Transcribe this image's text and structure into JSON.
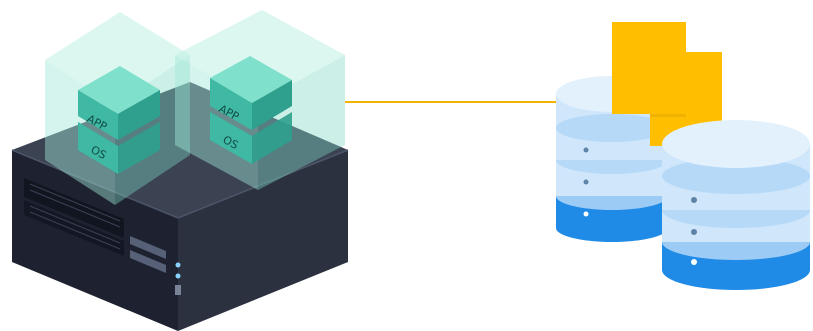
{
  "diagram": {
    "server": {
      "vms": [
        {
          "app_label": "APP",
          "os_label": "OS"
        },
        {
          "app_label": "APP",
          "os_label": "OS"
        }
      ]
    },
    "colors": {
      "server_body": "#2a2f3d",
      "server_top": "#3b4252",
      "vm_glass": "#9fe6d6",
      "vm_cube": "#3fb8a4",
      "arrow": "#f0b400",
      "document": "#ffbe00",
      "db_light": "#cfe6fb",
      "db_blue": "#1f8be6"
    }
  }
}
